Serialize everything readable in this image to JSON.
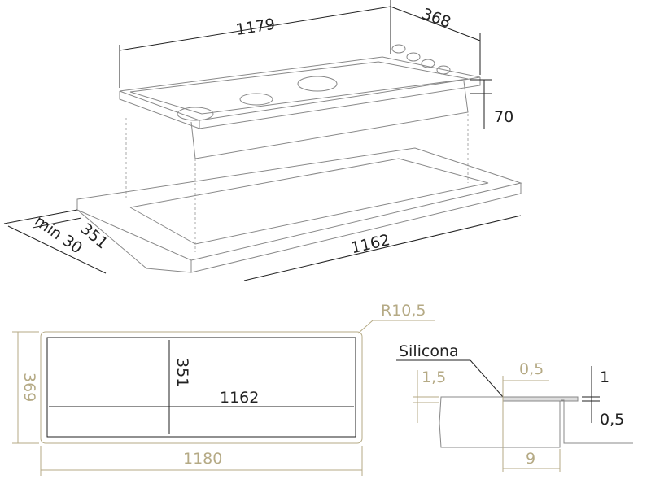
{
  "top_view": {
    "width_label": "1179",
    "depth_label": "368",
    "height_label": "70",
    "cutout_width_label": "1162",
    "cutout_depth_label": "351",
    "min_edge_label": "min 30"
  },
  "plan_view": {
    "radius_label": "R10,5",
    "outer_height_label": "369",
    "inner_height_label": "351",
    "inner_width_label": "1162",
    "outer_width_label": "1180"
  },
  "section_detail": {
    "sealant_label": "Silicona",
    "dim_1_5": "1,5",
    "dim_0_5_top": "0,5",
    "dim_1": "1",
    "dim_0_5_right": "0,5",
    "dim_9": "9"
  },
  "colors": {
    "dimension": "#b5aa85",
    "line": "#222222"
  }
}
